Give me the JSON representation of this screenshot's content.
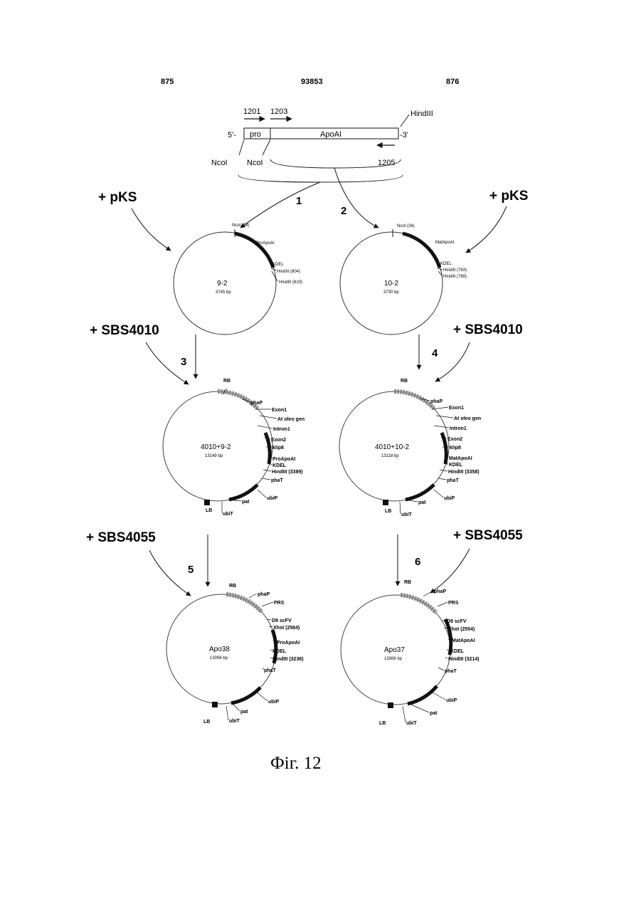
{
  "header": {
    "left_number": "875",
    "center_number": "93853",
    "right_number": "876"
  },
  "construct": {
    "primer_1201": "1201",
    "primer_1203": "1203",
    "primer_1205": "1205",
    "site_hindiii": "HindIII",
    "end_5": "5'-",
    "end_3": "-3'",
    "box_pro": "pro",
    "box_apoai": "ApoAI",
    "site_ncoi_a": "NcoI",
    "site_ncoi_b": "NcoI"
  },
  "additions": {
    "pks_left": "+ pKS",
    "pks_right": "+ pKS",
    "sbs4010_left": "+ SBS4010",
    "sbs4010_right": "+ SBS4010",
    "sbs4055_left": "+ SBS4055",
    "sbs4055_right": "+ SBS4055"
  },
  "steps": [
    "1",
    "2",
    "3",
    "4",
    "5",
    "6"
  ],
  "plasmid_9_2": {
    "name": "9-2",
    "size": "3745 bp",
    "ncoi": "NcoI (34)",
    "gene": "ProApoAI",
    "kdel": "KDEL",
    "hindiii_a": "HindIII (804)",
    "hindiii_b": "HindIII (819)"
  },
  "plasmid_10_2": {
    "name": "10-2",
    "size": "3730 bp",
    "ncoi": "NcoI (34)",
    "gene": "MatApoAI",
    "kdel": "KDEL",
    "hindiii_a": "HindIII (763)",
    "hindiii_b": "HindIII (789)"
  },
  "plasmid_4010_9_2": {
    "name": "4010+9-2",
    "size": "13149 bp",
    "labels": [
      "RB",
      "phaP",
      "Exon1",
      "At oleo gen",
      "Intron1",
      "Exon2",
      "klip8",
      "ProApoAI",
      "KDEL",
      "HindIII (3389)",
      "phaT",
      "ubiP",
      "pat",
      "ubiT",
      "LB"
    ]
  },
  "plasmid_4010_10_2": {
    "name": "4010+10-2",
    "size": "13118 bp",
    "labels": [
      "RB",
      "phaP",
      "Exon1",
      "At oleo gen",
      "Intron1",
      "Exon2",
      "klip8",
      "MatApoAI",
      "KDEL",
      "HindIII (3358)",
      "phaT",
      "ubiP",
      "pat",
      "ubiT",
      "LB"
    ]
  },
  "plasmid_apo38": {
    "name": "Apo38",
    "size": "13096 bp",
    "labels": [
      "RB",
      "phaP",
      "PRS",
      "D9 scFV",
      "XhoI (2564)",
      "ProApoAI",
      "KDEL",
      "HindIII (3236)",
      "phaT",
      "ubiP",
      "pat",
      "ubiT",
      "LB"
    ]
  },
  "plasmid_apo37": {
    "name": "Apo37",
    "size": "13066 bp",
    "labels": [
      "RB",
      "phaP",
      "PRS",
      "D9 scFV",
      "XhoI (2554)",
      "MatApoAI",
      "KDEL",
      "HindIII (3214)",
      "phaT",
      "ubiP",
      "pat",
      "ubiT",
      "LB"
    ]
  },
  "caption": "Фіг. 12",
  "colors": {
    "ink": "#111111",
    "marker": "#1a1a1a",
    "faint": "#9a9a9a"
  }
}
